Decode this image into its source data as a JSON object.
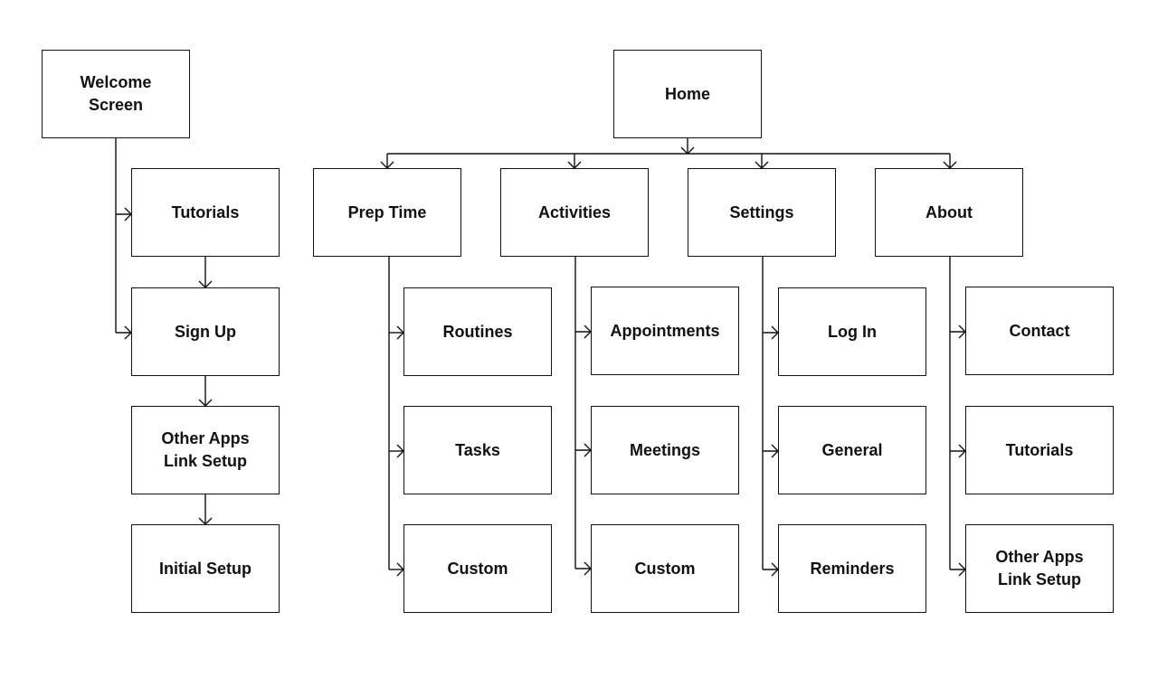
{
  "nodes": {
    "welcome": "Welcome\nScreen",
    "tutorials_onboarding": "Tutorials",
    "sign_up": "Sign Up",
    "other_apps_onboarding": "Other Apps\nLink Setup",
    "initial_setup": "Initial Setup",
    "home": "Home",
    "prep_time": "Prep Time",
    "activities": "Activities",
    "settings": "Settings",
    "about": "About",
    "routines": "Routines",
    "tasks": "Tasks",
    "prep_custom": "Custom",
    "appointments": "Appointments",
    "meetings": "Meetings",
    "activities_custom": "Custom",
    "log_in": "Log In",
    "general": "General",
    "reminders": "Reminders",
    "contact": "Contact",
    "about_tutorials": "Tutorials",
    "about_other_apps": "Other Apps\nLink Setup"
  }
}
